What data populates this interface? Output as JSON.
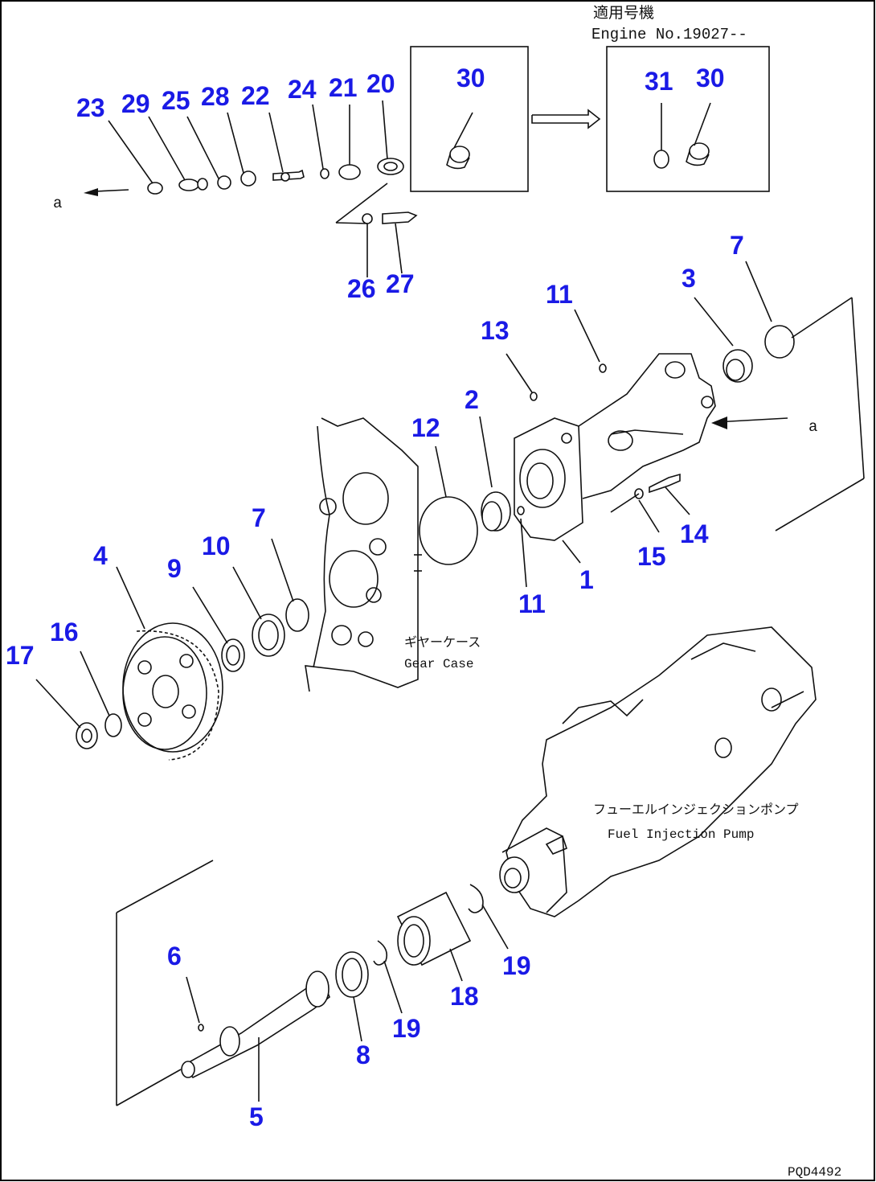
{
  "header": {
    "applicable_jp": "適用号機",
    "applicable_en": "Engine No.19027--"
  },
  "labels": {
    "ref_a_left": "a",
    "ref_a_right": "a",
    "gear_case_jp": "ギヤーケース",
    "gear_case_en": "Gear Case",
    "pump_jp": "フューエルインジェクションポンプ",
    "pump_en": "Fuel Injection Pump",
    "drawing_no": "PQD4492"
  },
  "callouts": {
    "c1": "1",
    "c2": "2",
    "c3": "3",
    "c4": "4",
    "c5": "5",
    "c6": "6",
    "c7a": "7",
    "c7b": "7",
    "c8": "8",
    "c9": "9",
    "c10": "10",
    "c11a": "11",
    "c11b": "11",
    "c12": "12",
    "c13": "13",
    "c14": "14",
    "c15": "15",
    "c16": "16",
    "c17": "17",
    "c18": "18",
    "c19a": "19",
    "c19b": "19",
    "c20": "20",
    "c21": "21",
    "c22": "22",
    "c23": "23",
    "c24": "24",
    "c25": "25",
    "c26": "26",
    "c27": "27",
    "c28": "28",
    "c29": "29",
    "c30a": "30",
    "c30b": "30",
    "c31": "31"
  },
  "colors": {
    "callout": "#1a1ae6",
    "line": "#111111",
    "border": "#000000"
  }
}
